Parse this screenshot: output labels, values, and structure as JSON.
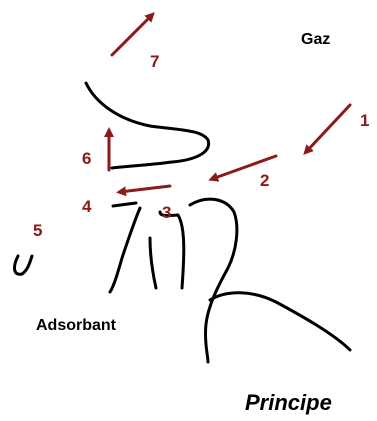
{
  "colors": {
    "arrow": "#8b1a1a",
    "stroke": "#000000"
  },
  "labels": {
    "gas": "Gaz",
    "adsorbent": "Adsorbant",
    "caption": "Principe"
  },
  "steps": [
    "1",
    "2",
    "3",
    "4",
    "5",
    "6",
    "7"
  ]
}
